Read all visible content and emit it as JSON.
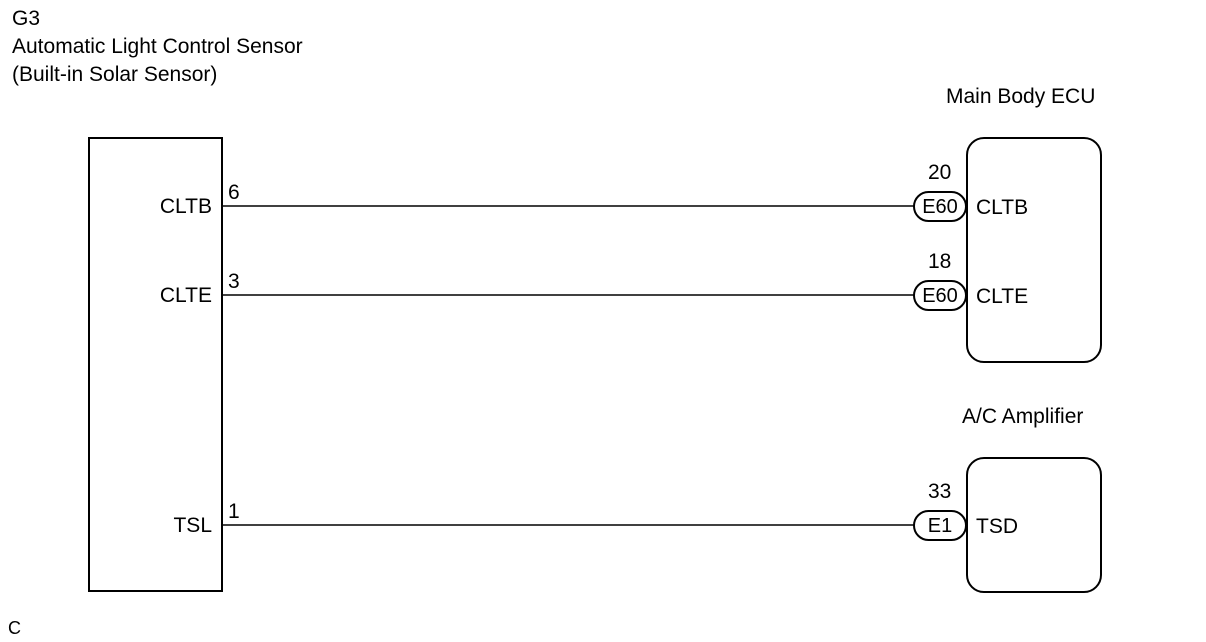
{
  "sensor": {
    "code": "G3",
    "name": "Automatic Light Control Sensor",
    "subname": "(Built-in Solar Sensor)",
    "pins": [
      {
        "label": "CLTB",
        "number": "6"
      },
      {
        "label": "CLTE",
        "number": "3"
      },
      {
        "label": "TSL",
        "number": "1"
      }
    ]
  },
  "ecu": {
    "title": "Main Body ECU",
    "pins": [
      {
        "number": "20",
        "connector": "E60",
        "label": "CLTB"
      },
      {
        "number": "18",
        "connector": "E60",
        "label": "CLTE"
      }
    ]
  },
  "amplifier": {
    "title": "A/C Amplifier",
    "pins": [
      {
        "number": "33",
        "connector": "E1",
        "label": "TSD"
      }
    ]
  },
  "footer": {
    "code": "C"
  }
}
